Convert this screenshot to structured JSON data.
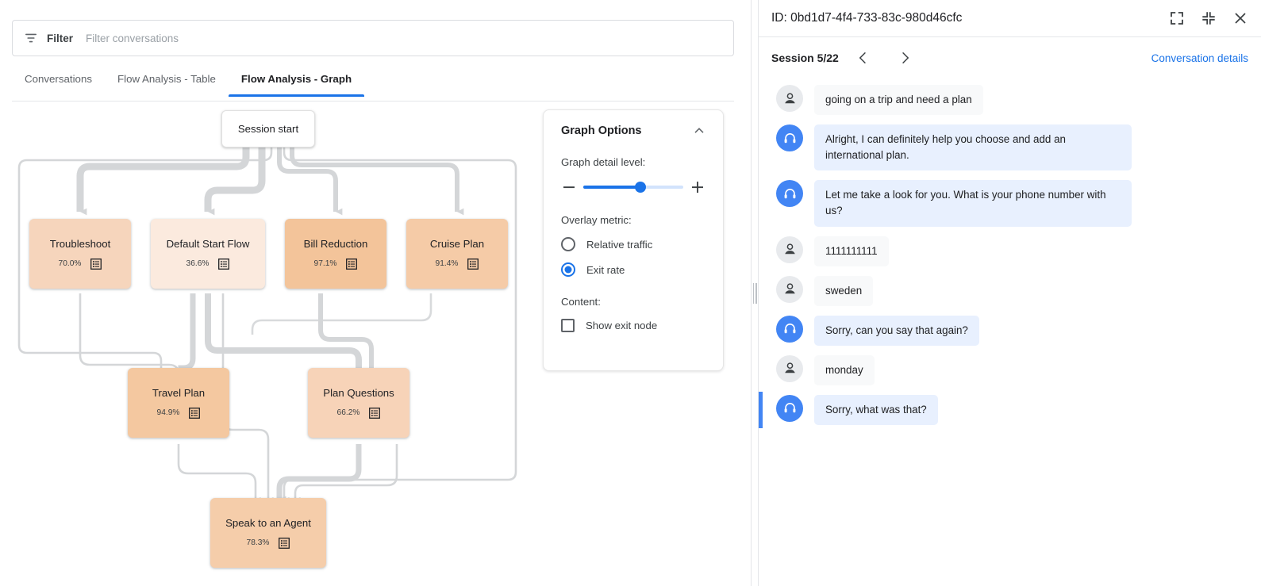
{
  "filter": {
    "label": "Filter",
    "placeholder": "Filter conversations",
    "value": "",
    "icon": "filter-icon"
  },
  "tabs": [
    {
      "label": "Conversations",
      "active": false
    },
    {
      "label": "Flow Analysis - Table",
      "active": false
    },
    {
      "label": "Flow Analysis - Graph",
      "active": true
    }
  ],
  "graph": {
    "start_node": {
      "label": "Session start"
    },
    "nodes": [
      {
        "id": "troubleshoot",
        "label": "Troubleshoot",
        "percent": "70.0%",
        "color": "#f6d5bc",
        "icon": "list-icon"
      },
      {
        "id": "default-start",
        "label": "Default Start Flow",
        "percent": "36.6%",
        "color": "#fbeade",
        "icon": "list-icon"
      },
      {
        "id": "bill-reduction",
        "label": "Bill Reduction",
        "percent": "97.1%",
        "color": "#f3c49a",
        "icon": "list-icon"
      },
      {
        "id": "cruise-plan",
        "label": "Cruise Plan",
        "percent": "91.4%",
        "color": "#f5cba7",
        "icon": "list-icon"
      },
      {
        "id": "travel-plan",
        "label": "Travel Plan",
        "percent": "94.9%",
        "color": "#f4c8a0",
        "icon": "list-icon"
      },
      {
        "id": "plan-questions",
        "label": "Plan Questions",
        "percent": "66.2%",
        "color": "#f7d3b8",
        "icon": "list-icon"
      },
      {
        "id": "speak-agent",
        "label": "Speak to an Agent",
        "percent": "78.3%",
        "color": "#f5cdaa",
        "icon": "list-icon"
      }
    ]
  },
  "graph_options": {
    "title": "Graph Options",
    "collapse_icon": "chevron-up-icon",
    "detail_level_label": "Graph detail level:",
    "detail_level_value": 57,
    "decrease_icon": "minus-icon",
    "increase_icon": "plus-icon",
    "overlay_metric_label": "Overlay metric:",
    "overlay_options": [
      {
        "label": "Relative traffic",
        "selected": false
      },
      {
        "label": "Exit rate",
        "selected": true
      }
    ],
    "content_label": "Content:",
    "show_exit_node": {
      "label": "Show exit node",
      "checked": false
    }
  },
  "right_panel": {
    "id_text": "ID: 0bd1d7-4f4-733-83c-980d46cfc",
    "expand_icon": "expand-icon",
    "collapse_icon": "collapse-icon",
    "close_icon": "close-icon",
    "session_label": "Session 5/22",
    "prev_icon": "chevron-left-icon",
    "next_icon": "chevron-right-icon",
    "details_link": "Conversation details",
    "messages": [
      {
        "role": "user",
        "text": "going on a trip and need a plan",
        "highlighted": false
      },
      {
        "role": "agent",
        "text": "Alright, I can definitely help you choose and add an international plan.",
        "highlighted": false
      },
      {
        "role": "agent",
        "text": "Let me take a look for you. What is your phone number with us?",
        "highlighted": false
      },
      {
        "role": "user",
        "text": "1111111111",
        "highlighted": false
      },
      {
        "role": "user",
        "text": "sweden",
        "highlighted": false
      },
      {
        "role": "agent",
        "text": "Sorry, can you say that again?",
        "highlighted": false
      },
      {
        "role": "user",
        "text": "monday",
        "highlighted": false
      },
      {
        "role": "agent",
        "text": "Sorry, what was that?",
        "highlighted": true
      }
    ]
  },
  "colors": {
    "accent": "#1a73e8",
    "agent_bubble": "#e8f0fe",
    "user_bubble": "#f8f9fa",
    "edge": "#d4d6d8"
  }
}
